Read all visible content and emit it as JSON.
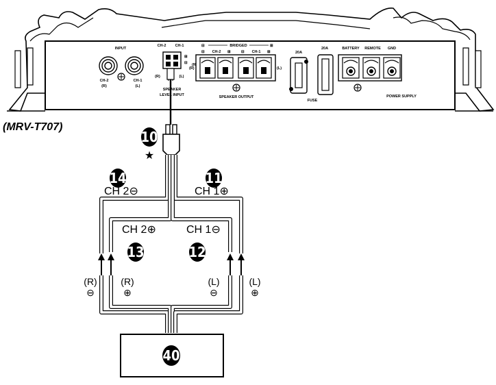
{
  "model_label": "(MRV-T707)",
  "amp": {
    "input": {
      "title": "INPUT",
      "ch2": "CH-2",
      "ch2_side": "(R)",
      "ch1": "CH-1",
      "ch1_side": "(L)"
    },
    "speaker_level_input": {
      "ch2": "CH-2",
      "ch1": "CH-1",
      "side_r": "(R)",
      "side_l": "(L)",
      "label_line1": "SPEAKER",
      "label_line2": "LEVEL INPUT"
    },
    "bridged": "BRIDGED",
    "speaker_output": {
      "ch2": "CH-2",
      "ch1": "CH-1",
      "side_l": "(L)",
      "side_r": "(R)",
      "label": "SPEAKER OUTPUT"
    },
    "fuse": {
      "rating1": "20A",
      "rating2": "20A",
      "label": "FUSE"
    },
    "power_supply": {
      "battery": "BATTERY",
      "remote": "REMOTE",
      "gnd": "GND",
      "label": "POWER SUPPLY"
    }
  },
  "callouts": {
    "c10": "10",
    "star": "★",
    "c11": "11",
    "c12": "12",
    "c13": "13",
    "c14": "14",
    "c40": "40"
  },
  "wires": {
    "ch2_neg": "CH 2⊖",
    "ch1_pos": "CH 1⊕",
    "ch2_pos": "CH 2⊕",
    "ch1_neg": "CH 1⊖"
  },
  "polarity": {
    "r_neg": {
      "side": "(R)",
      "sign": "⊖"
    },
    "r_pos": {
      "side": "(R)",
      "sign": "⊕"
    },
    "l_neg": {
      "side": "(L)",
      "sign": "⊖"
    },
    "l_pos": {
      "side": "(L)",
      "sign": "⊕"
    }
  }
}
